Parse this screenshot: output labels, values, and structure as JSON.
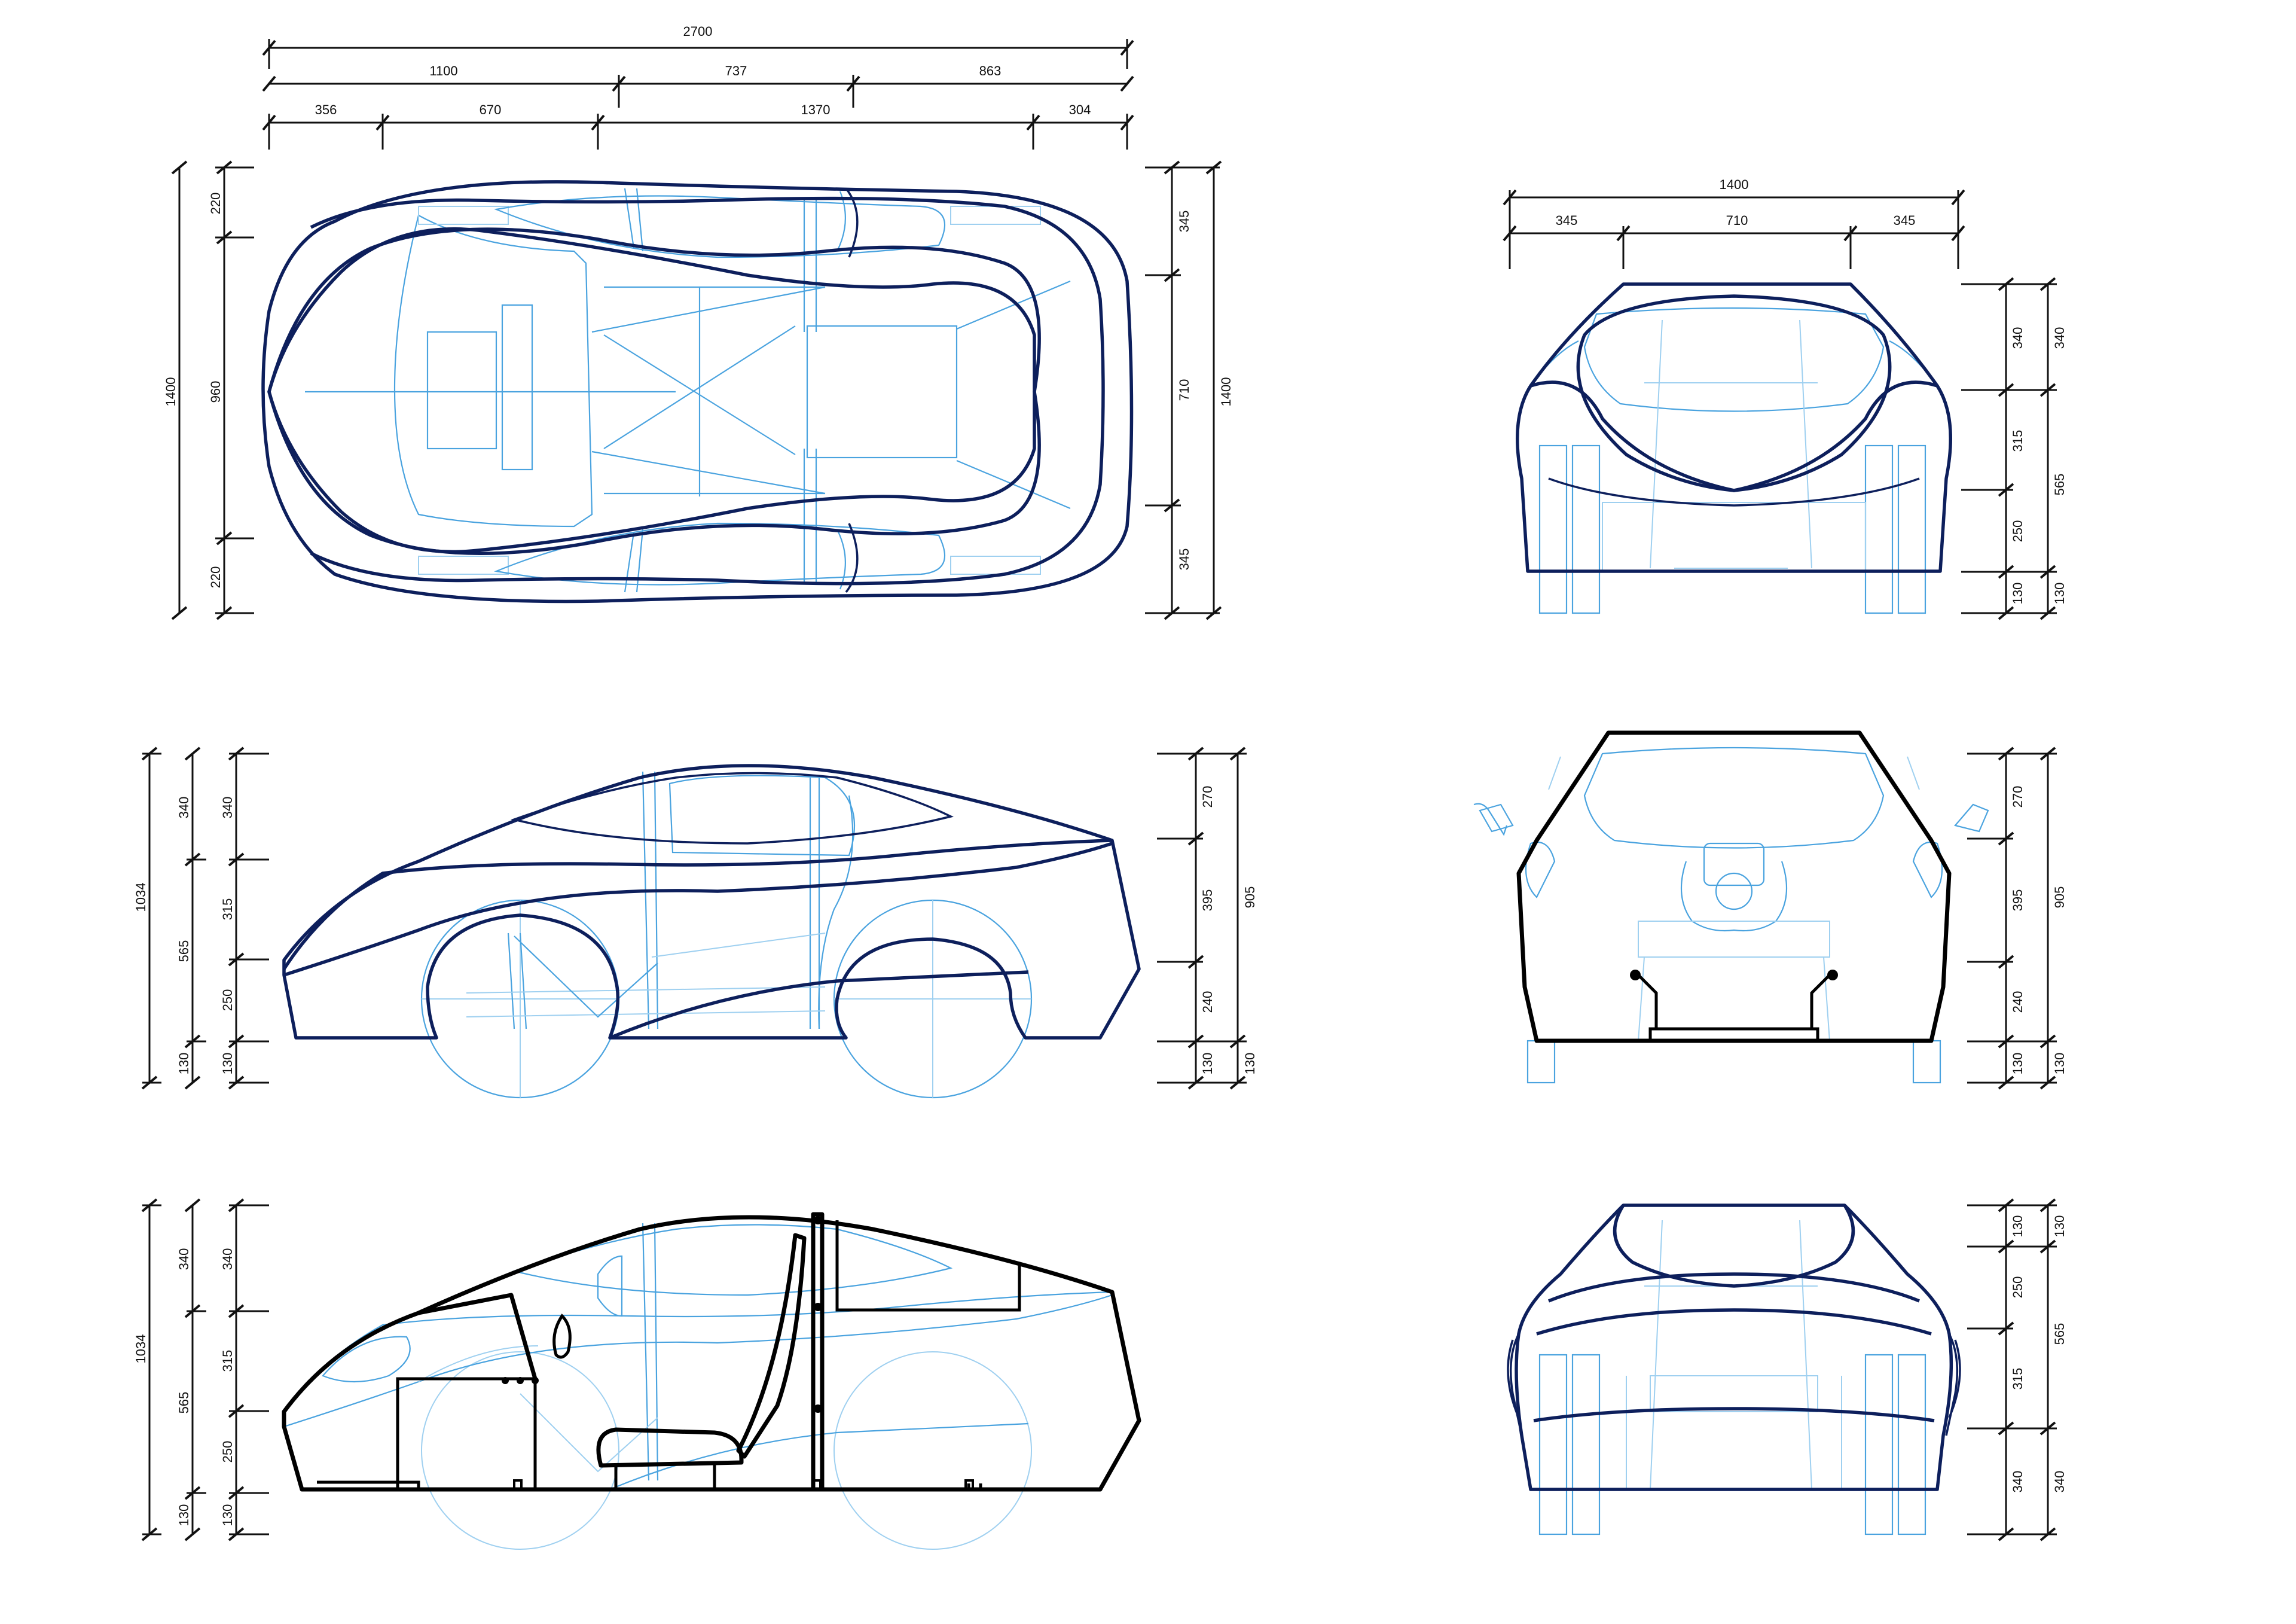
{
  "views": {
    "top": {
      "horizontal": {
        "overall": "2700",
        "row2": [
          "1100",
          "737",
          "863"
        ],
        "row3": [
          "356",
          "670",
          "1370",
          "304"
        ]
      },
      "left": {
        "outer": "1400",
        "inner": [
          "220",
          "960",
          "220"
        ]
      },
      "right": {
        "inner": [
          "345",
          "710",
          "345"
        ],
        "outer": "1400"
      }
    },
    "side": {
      "left": {
        "outer": "1034",
        "mid": [
          "340",
          "565",
          "130"
        ],
        "inner": [
          "340",
          "315",
          "250",
          "130"
        ]
      },
      "right": {
        "inner": [
          "270",
          "395",
          "240",
          "130"
        ],
        "outer": [
          "905",
          "130"
        ]
      }
    },
    "section": {
      "left": {
        "outer": "1034",
        "mid": [
          "340",
          "565",
          "130"
        ],
        "inner": [
          "340",
          "315",
          "250",
          "130"
        ]
      }
    },
    "front": {
      "horizontal": {
        "overall": "1400",
        "row2": [
          "345",
          "710",
          "345"
        ]
      },
      "right": {
        "inner": [
          "340",
          "315",
          "250",
          "130"
        ],
        "outer": [
          "340",
          "565",
          "130"
        ]
      }
    },
    "front_section": {
      "right": {
        "inner": [
          "270",
          "395",
          "240",
          "130"
        ],
        "outer": [
          "905",
          "130"
        ]
      }
    },
    "rear": {
      "right": {
        "inner": [
          "130",
          "250",
          "315",
          "340"
        ],
        "outer": [
          "130",
          "565",
          "340"
        ]
      }
    }
  }
}
